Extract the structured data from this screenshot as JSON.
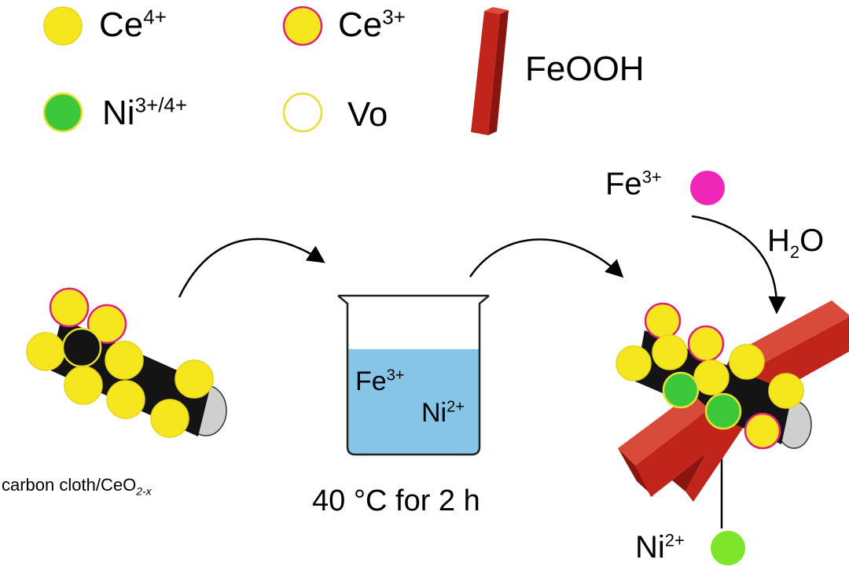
{
  "colors": {
    "ce": "#f6e61e",
    "ce3_ring": "#e0207a",
    "ni": "#3cc83a",
    "ni_ring": "#e6e030",
    "vo_ring": "#e8dc30",
    "feooh": "#c0241a",
    "feooh_dark": "#8a1410",
    "fe_ion": "#f026b8",
    "ni_ion": "#7ee62a",
    "water": "#86c4e8",
    "rod": "#141414",
    "rod_end": "#cfcfcf"
  },
  "legend": {
    "ce4": {
      "base": "Ce",
      "sup": "4+"
    },
    "ce3": {
      "base": "Ce",
      "sup": "3+"
    },
    "ni": {
      "base": "Ni",
      "sup": "3+/4+"
    },
    "vo": {
      "text": "Vo"
    },
    "feooh": {
      "text": "FeOOH"
    }
  },
  "start": {
    "label_main": "carbon cloth/CeO",
    "label_sub": "2-x"
  },
  "beaker": {
    "fe": {
      "base": "Fe",
      "sup": "3+"
    },
    "ni": {
      "base": "Ni",
      "sup": "2+"
    },
    "condition": "40 °C for 2 h"
  },
  "product": {
    "fe_ion": {
      "base": "Fe",
      "sup": "3+"
    },
    "water": {
      "base": "H",
      "sub": "2",
      "rest": "O"
    },
    "ni_ion": {
      "base": "Ni",
      "sup": "2+"
    }
  }
}
